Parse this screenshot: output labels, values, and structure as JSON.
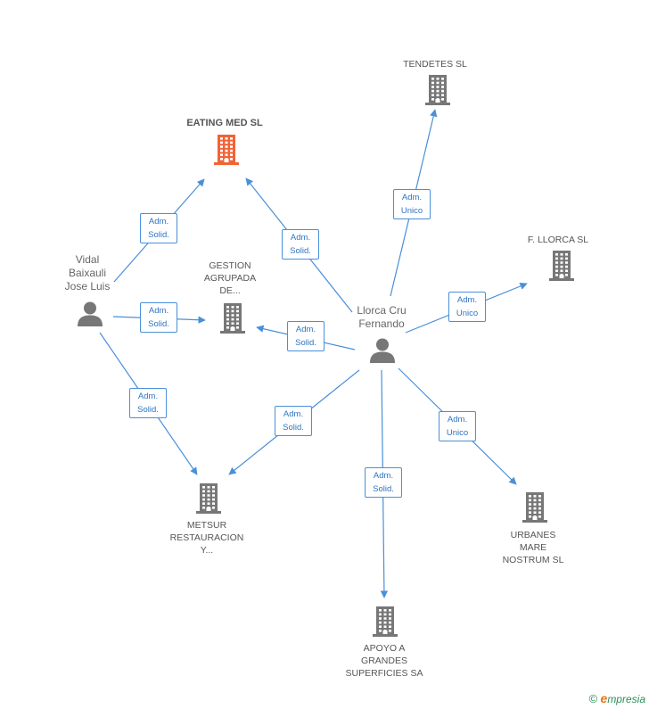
{
  "colors": {
    "edge": "#4a8fd9",
    "building": "#777777",
    "building_focus": "#f06437",
    "person": "#777777"
  },
  "companies": [
    {
      "id": "eating",
      "label": "EATING MED SL",
      "focus": true
    },
    {
      "id": "tendetes",
      "label": "TENDETES SL",
      "focus": false
    },
    {
      "id": "gestion",
      "label": "GESTION\nAGRUPADA\nDE...",
      "focus": false
    },
    {
      "id": "fllorca",
      "label": "F.  LLORCA SL",
      "focus": false
    },
    {
      "id": "metsur",
      "label": "METSUR\nRESTAURACION\nY...",
      "focus": false
    },
    {
      "id": "urbanes",
      "label": "URBANES\nMARE\nNOSTRUM SL",
      "focus": false
    },
    {
      "id": "apoyo",
      "label": "APOYO A\nGRANDES\nSUPERFICIES SA",
      "focus": false
    }
  ],
  "persons": [
    {
      "id": "vidal",
      "label": "Vidal\nBaixauli\nJose Luis"
    },
    {
      "id": "llorca",
      "label": "Llorca Cru\nFernando"
    }
  ],
  "edges": [
    {
      "from": "vidal",
      "to": "eating",
      "label": "Adm.\nSolid."
    },
    {
      "from": "vidal",
      "to": "gestion",
      "label": "Adm.\nSolid."
    },
    {
      "from": "vidal",
      "to": "metsur",
      "label": "Adm.\nSolid."
    },
    {
      "from": "llorca",
      "to": "eating",
      "label": "Adm.\nSolid."
    },
    {
      "from": "llorca",
      "to": "tendetes",
      "label": "Adm.\nUnico"
    },
    {
      "from": "llorca",
      "to": "fllorca",
      "label": "Adm.\nUnico"
    },
    {
      "from": "llorca",
      "to": "gestion",
      "label": "Adm.\nSolid."
    },
    {
      "from": "llorca",
      "to": "metsur",
      "label": "Adm.\nSolid."
    },
    {
      "from": "llorca",
      "to": "apoyo",
      "label": "Adm.\nSolid."
    },
    {
      "from": "llorca",
      "to": "urbanes",
      "label": "Adm.\nUnico"
    }
  ],
  "brand": {
    "copyright": "©",
    "initial": "e",
    "name": "mpresia"
  }
}
